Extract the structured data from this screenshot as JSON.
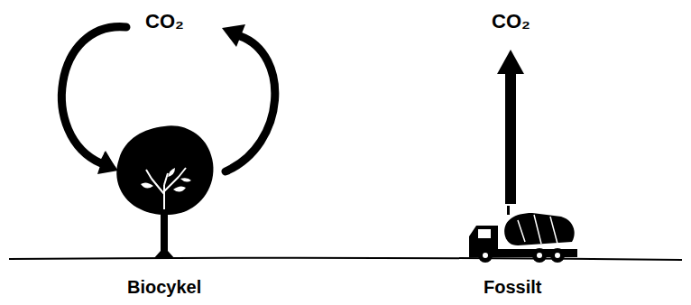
{
  "diagram": {
    "labels": [
      "CO₂",
      "CO₂",
      "Biocykel",
      "Fossilt"
    ]
  }
}
